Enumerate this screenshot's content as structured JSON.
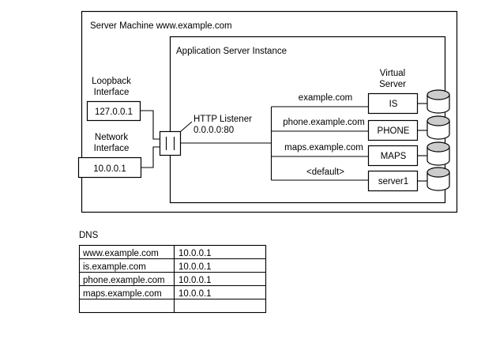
{
  "diagram": {
    "outer_frame": {
      "label": "Server Machine www.example.com"
    },
    "inner_frame": {
      "label": "Application Server Instance"
    },
    "interfaces": [
      {
        "name": "loopback",
        "title_line1": "Loopback",
        "title_line2": "Interface",
        "address": "127.0.0.1"
      },
      {
        "name": "network",
        "title_line1": "Network",
        "title_line2": "Interface",
        "address": "10.0.0.1"
      }
    ],
    "listener": {
      "name": "http-listener",
      "label_line1": "HTTP Listener",
      "label_line2": "0.0.0.0:80"
    },
    "virtual_server_header": {
      "line1": "Virtual",
      "line2": "Server"
    },
    "routes": [
      {
        "host": "example.com",
        "server": "IS",
        "storage": "database-cylinder"
      },
      {
        "host": "phone.example.com",
        "server": "PHONE",
        "storage": "database-cylinder"
      },
      {
        "host": "maps.example.com",
        "server": "MAPS",
        "storage": "database-cylinder"
      },
      {
        "host": "<default>",
        "server": "server1",
        "storage": "database-cylinder"
      }
    ]
  },
  "dns": {
    "title": "DNS",
    "rows": [
      {
        "host": "www.example.com",
        "address": "10.0.0.1"
      },
      {
        "host": "is.example.com",
        "address": "10.0.0.1"
      },
      {
        "host": "phone.example.com",
        "address": "10.0.0.1"
      },
      {
        "host": "maps.example.com",
        "address": "10.0.0.1"
      },
      {
        "host": "",
        "address": ""
      }
    ]
  },
  "colors": {
    "stroke": "#000000",
    "background": "#ffffff",
    "cylinder_top": "#cccccc"
  }
}
